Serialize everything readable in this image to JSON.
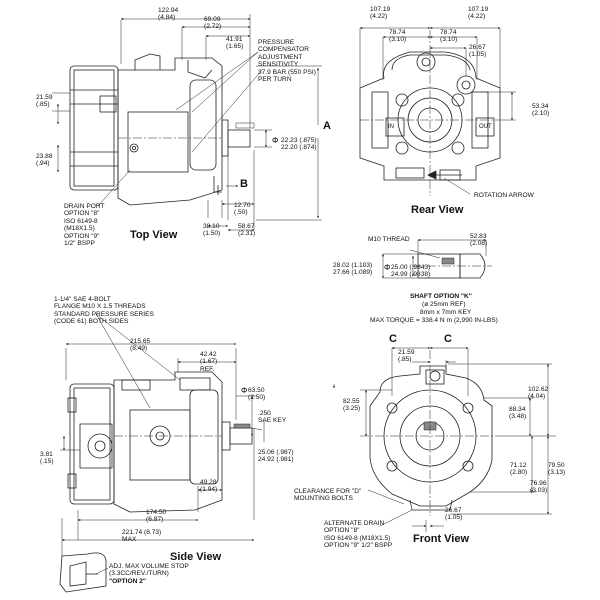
{
  "views": {
    "top": "Top View",
    "rear": "Rear View",
    "side": "Side View",
    "front": "Front View"
  },
  "top_view": {
    "dim_122_94": [
      "122.94",
      "(4.84)"
    ],
    "dim_69_09": [
      "69.09",
      "(2.72)"
    ],
    "dim_41_91": [
      "41.91",
      "(1.65)"
    ],
    "dim_21_59": [
      "21.59",
      "(.85)"
    ],
    "dim_23_88": [
      "23.88",
      "(.94)"
    ],
    "dim_shaft": [
      "22.23 (.875)",
      "22.20 (.874)"
    ],
    "dim_12_70": [
      "12.70",
      "(.50)"
    ],
    "dim_38_10": [
      "38.10",
      "(1.50)"
    ],
    "dim_58_67": [
      "58.67",
      "(2.31)"
    ],
    "section_a": "A",
    "section_b": "B",
    "phi": "Φ",
    "compensator_note": [
      "PRESSURE",
      "COMPENSATOR",
      "ADJUSTMENT",
      "SENSITIVITY",
      "37.9 BAR (550 PSI)",
      "PER TURN"
    ],
    "drain_note": [
      "DRAIN PORT",
      "OPTION \"8\"",
      "ISO 6149-8",
      "(M18X1.5)",
      "OPTION \"9\"",
      "1/2\" BSPP"
    ]
  },
  "rear_view": {
    "dim_107_19_left": [
      "107.19",
      "(4.22)"
    ],
    "dim_107_19_right": [
      "107.19",
      "(4.22)"
    ],
    "dim_78_74_left": [
      "78.74",
      "(3.10)"
    ],
    "dim_78_74_right": [
      "78.74",
      "(3.10)"
    ],
    "dim_26_67": [
      "26.67",
      "(1.05)"
    ],
    "dim_53_34": [
      "53.34",
      "(2.10)"
    ],
    "port_in": "IN",
    "port_out": "OUT",
    "rotation": "ROTATION ARROW"
  },
  "shaft_option": {
    "m10": "M10 THREAD",
    "dim_52_83": [
      "52.83",
      "(2.08)"
    ],
    "dim_28_02": [
      "28.02 (1.103)",
      "27.66 (1.089)"
    ],
    "dim_25_00": [
      "25.00 (.9843)",
      "24.99 (.9838)"
    ],
    "phi": "Φ",
    "title": "SHAFT OPTION \"K\"",
    "lines": [
      "(ø 25mm REF)",
      "8mm x 7mm KEY",
      "MAX TORQUE = 338.4 N m (2,990 IN-LBS)"
    ]
  },
  "side_view": {
    "flange_note": [
      "1-1/4\" SAE 4-BOLT",
      "FLANGE M10 X 1.5 THREADS",
      "STANDARD PRESSURE SERIES",
      "(CODE 61) BOTH SIDES"
    ],
    "dim_215_65": [
      "215.65",
      "(8.49)"
    ],
    "dim_42_42": [
      "42.42",
      "(1.67)",
      "REF."
    ],
    "dim_63_50": [
      "63.50",
      "(2.50)"
    ],
    "key_note": [
      ".250",
      "SAE KEY"
    ],
    "dim_25_06": [
      "25.06 (.987)",
      "24.92 (.981)"
    ],
    "dim_3_81": [
      "3.81",
      "(.15)"
    ],
    "dim_49_28": [
      "49.28",
      "(1.94)"
    ],
    "dim_174_50": [
      "174.50",
      "(6.87)"
    ],
    "dim_221_74": [
      "221.74 (8.73)",
      "MAX"
    ],
    "volume_note": [
      "ADJ. MAX VOLUME STOP",
      "(3.3CC/REV./TURN)",
      "\"OPTION 2\""
    ],
    "phi": "Φ"
  },
  "front_view": {
    "section_c": "C",
    "dim_21_59": [
      "21.59",
      "(.85)"
    ],
    "dim_102_62": [
      "102.62",
      "(4.04)"
    ],
    "dim_82_55": [
      "82.55",
      "(3.25)"
    ],
    "dim_88_34": [
      "88.34",
      "(3.48)"
    ],
    "dim_71_12": [
      "71.12",
      "(2.80)"
    ],
    "dim_79_50": [
      "79.50",
      "(3.13)"
    ],
    "dim_76_96": [
      "76.96",
      "(3.03)"
    ],
    "dim_26_67": [
      "26.67",
      "(1.05)"
    ],
    "clearance_note": [
      "CLEARANCE FOR \"D\"",
      "MOUNTING BOLTS"
    ],
    "drain_note": [
      "ALTERNATE DRAIN",
      "OPTION \"8\"",
      "ISO 6149-8 (M18X1.5)",
      "OPTION \"9\" 1/2\" BSPP"
    ]
  }
}
